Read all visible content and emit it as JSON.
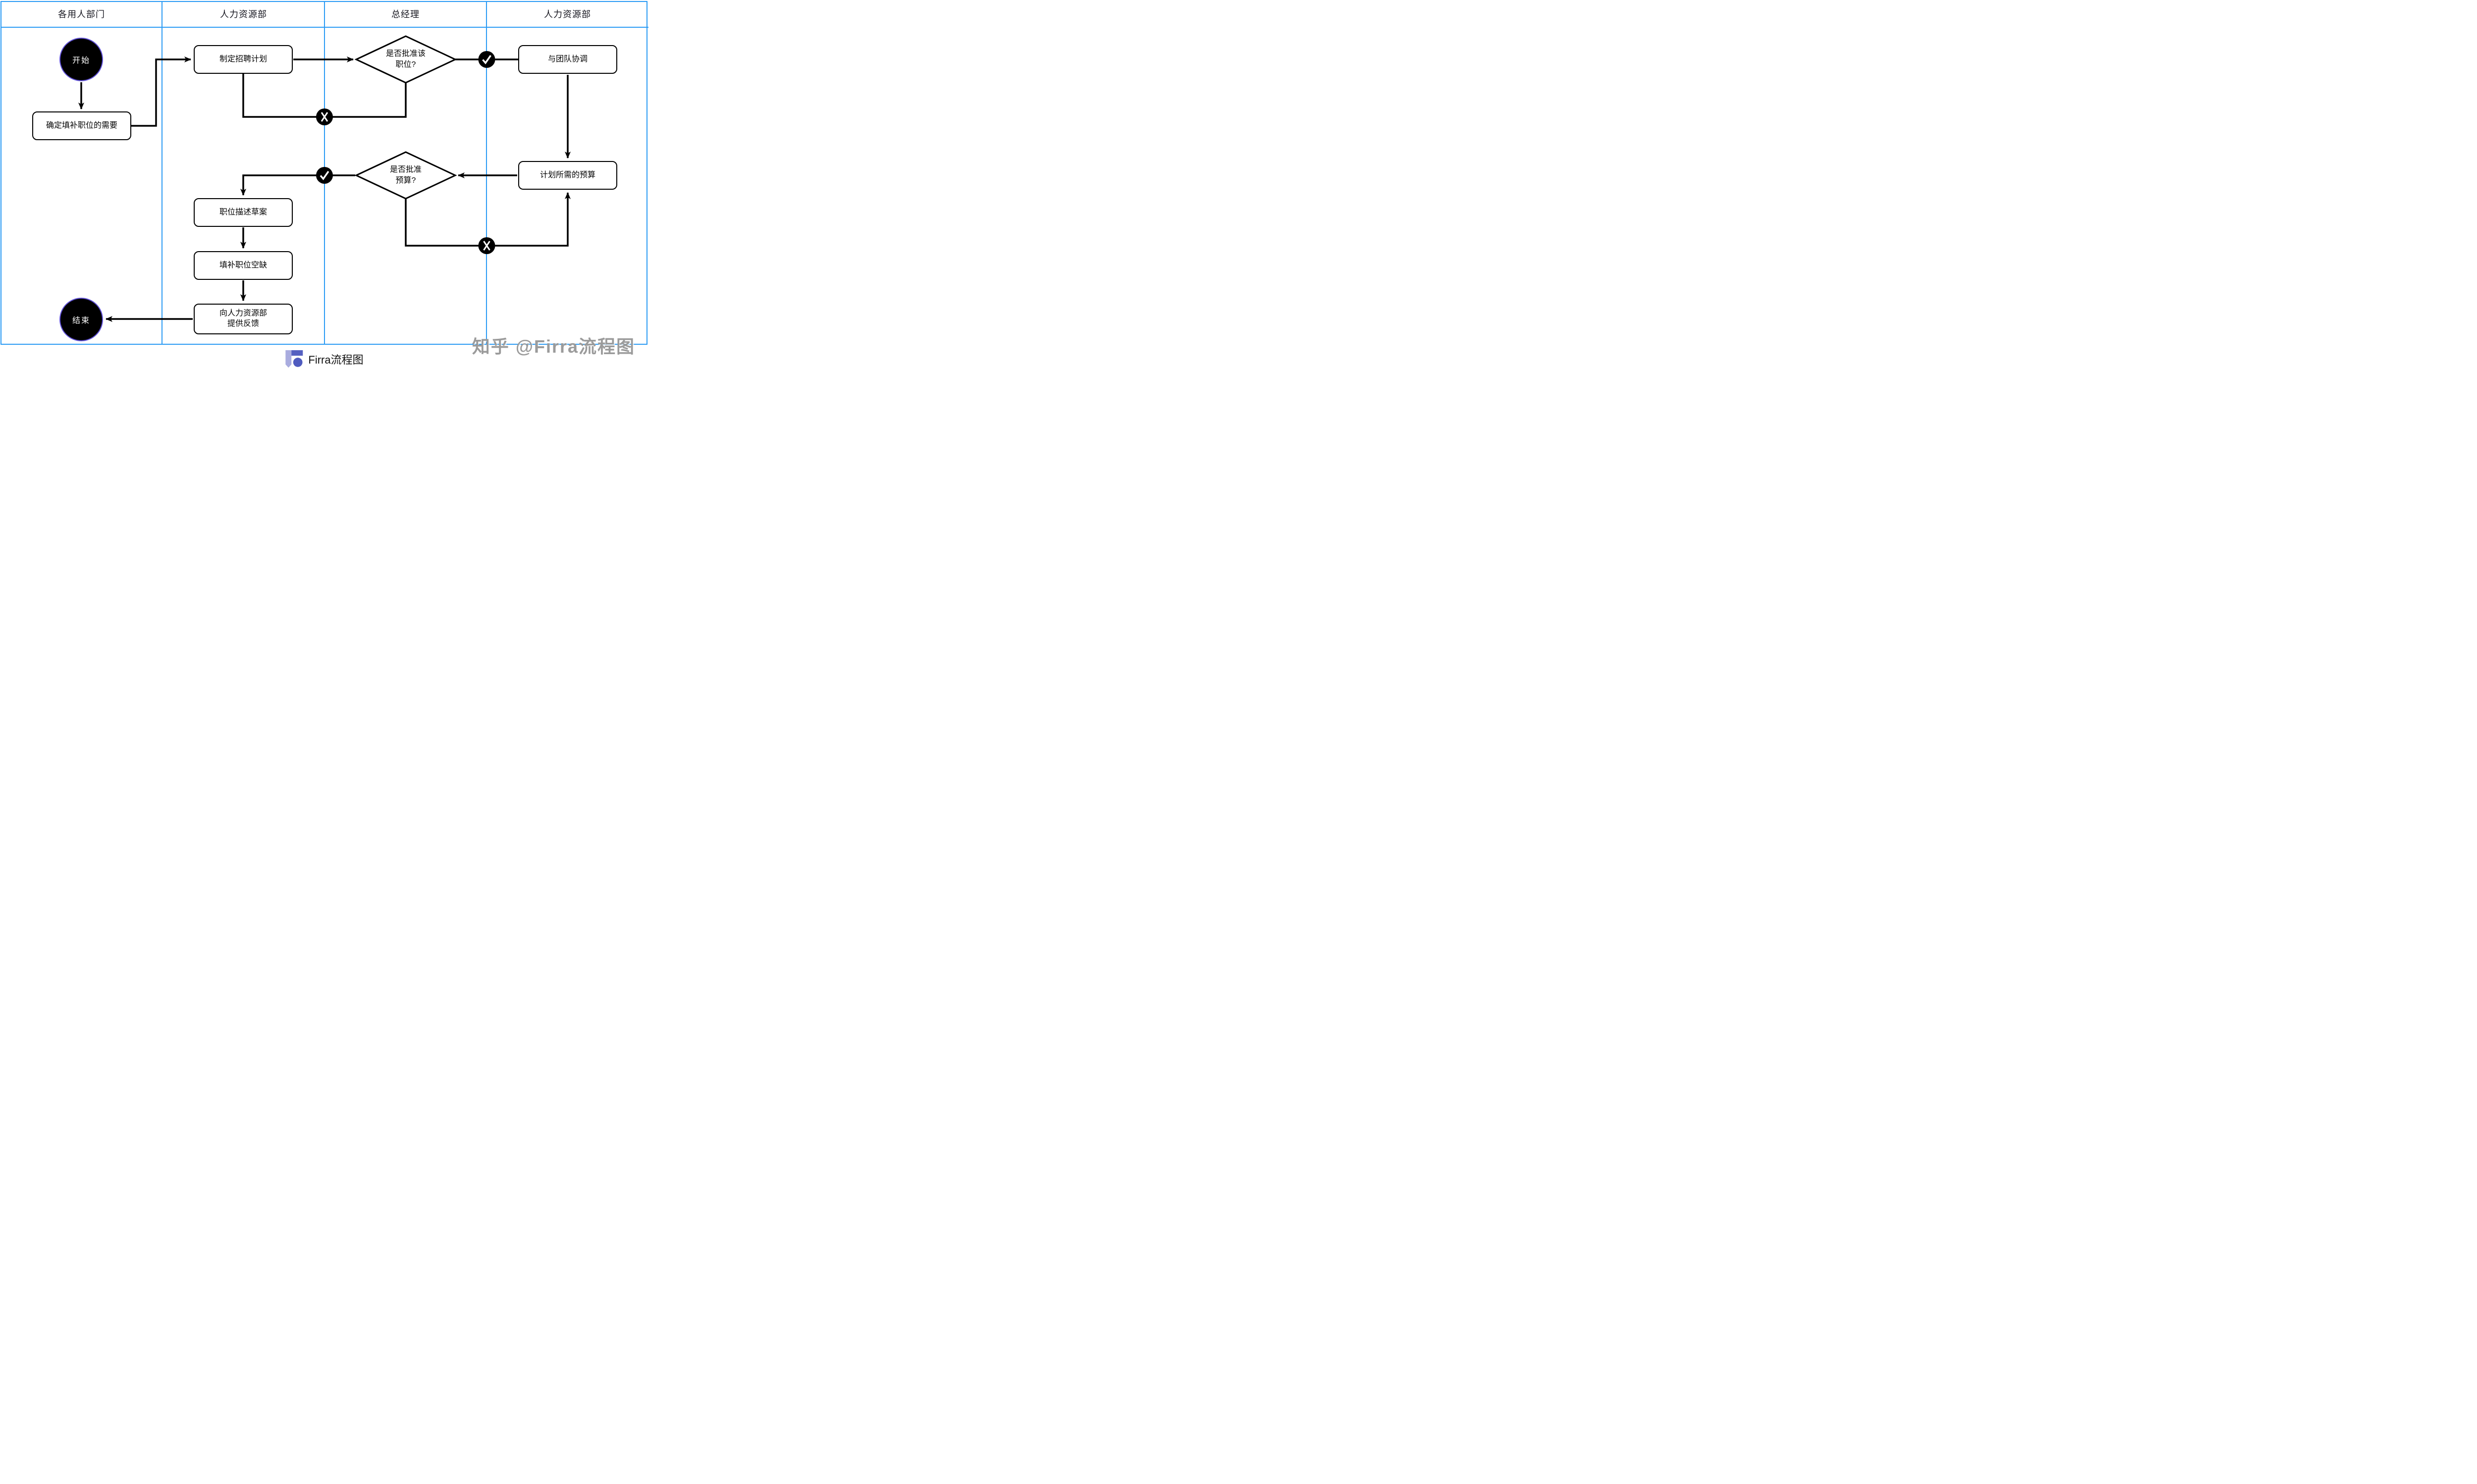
{
  "lanes": {
    "headers": [
      "各用人部门",
      "人力资源部",
      "总经理",
      "人力资源部"
    ],
    "border_color": "#2B9BF4"
  },
  "nodes": {
    "start": {
      "label": "开始",
      "type": "terminal",
      "lane": 1
    },
    "determine_need": {
      "label": "确定填补职位的需要",
      "type": "process",
      "lane": 1
    },
    "create_plan": {
      "label": "制定招聘计划",
      "type": "process",
      "lane": 2
    },
    "approve_position": {
      "label": "是否批准该\n职位?",
      "type": "decision",
      "lane": 3
    },
    "coordinate_team": {
      "label": "与团队协调",
      "type": "process",
      "lane": 4
    },
    "plan_budget": {
      "label": "计划所需的预算",
      "type": "process",
      "lane": 4
    },
    "approve_budget": {
      "label": "是否批准\n预算?",
      "type": "decision",
      "lane": 3
    },
    "draft_description": {
      "label": "职位描述草案",
      "type": "process",
      "lane": 2
    },
    "fill_vacancy": {
      "label": "填补职位空缺",
      "type": "process",
      "lane": 2
    },
    "give_feedback": {
      "label": "向人力资源部\n提供反馈",
      "type": "process",
      "lane": 2
    },
    "end": {
      "label": "结束",
      "type": "terminal",
      "lane": 1
    }
  },
  "edges": [
    {
      "from": "start",
      "to": "determine_need",
      "arrowhead": true
    },
    {
      "from": "determine_need",
      "to": "create_plan",
      "arrowhead": true
    },
    {
      "from": "create_plan",
      "to": "approve_position",
      "arrowhead": true
    },
    {
      "from": "approve_position",
      "to": "coordinate_team",
      "marker": "check",
      "arrowhead": false
    },
    {
      "from": "approve_position",
      "to": "create_plan",
      "marker": "cross",
      "arrowhead": false
    },
    {
      "from": "coordinate_team",
      "to": "plan_budget",
      "arrowhead": true
    },
    {
      "from": "plan_budget",
      "to": "approve_budget",
      "arrowhead": true
    },
    {
      "from": "approve_budget",
      "to": "draft_description",
      "marker": "check",
      "arrowhead": true
    },
    {
      "from": "approve_budget",
      "to": "plan_budget",
      "marker": "cross",
      "arrowhead": true
    },
    {
      "from": "draft_description",
      "to": "fill_vacancy",
      "arrowhead": true
    },
    {
      "from": "fill_vacancy",
      "to": "give_feedback",
      "arrowhead": true
    },
    {
      "from": "give_feedback",
      "to": "end",
      "arrowhead": true
    }
  ],
  "footer": {
    "brand": "Firra流程图"
  },
  "watermark": {
    "text": "知乎 @Firra流程图"
  },
  "colors": {
    "lane_border": "#2B9BF4",
    "node_border": "#000000",
    "node_fill": "#FFFFFF",
    "terminal_fill": "#000000",
    "terminal_ring": "#6152D9",
    "marker_fill": "#000000",
    "marker_glyph": "#FFFFFF",
    "watermark_text": "#9B9B9B",
    "brand_text": "#111111",
    "logo_bookmark": "#A9ACDF",
    "logo_square": "#5560C1",
    "logo_circle": "#4F5BBF"
  }
}
